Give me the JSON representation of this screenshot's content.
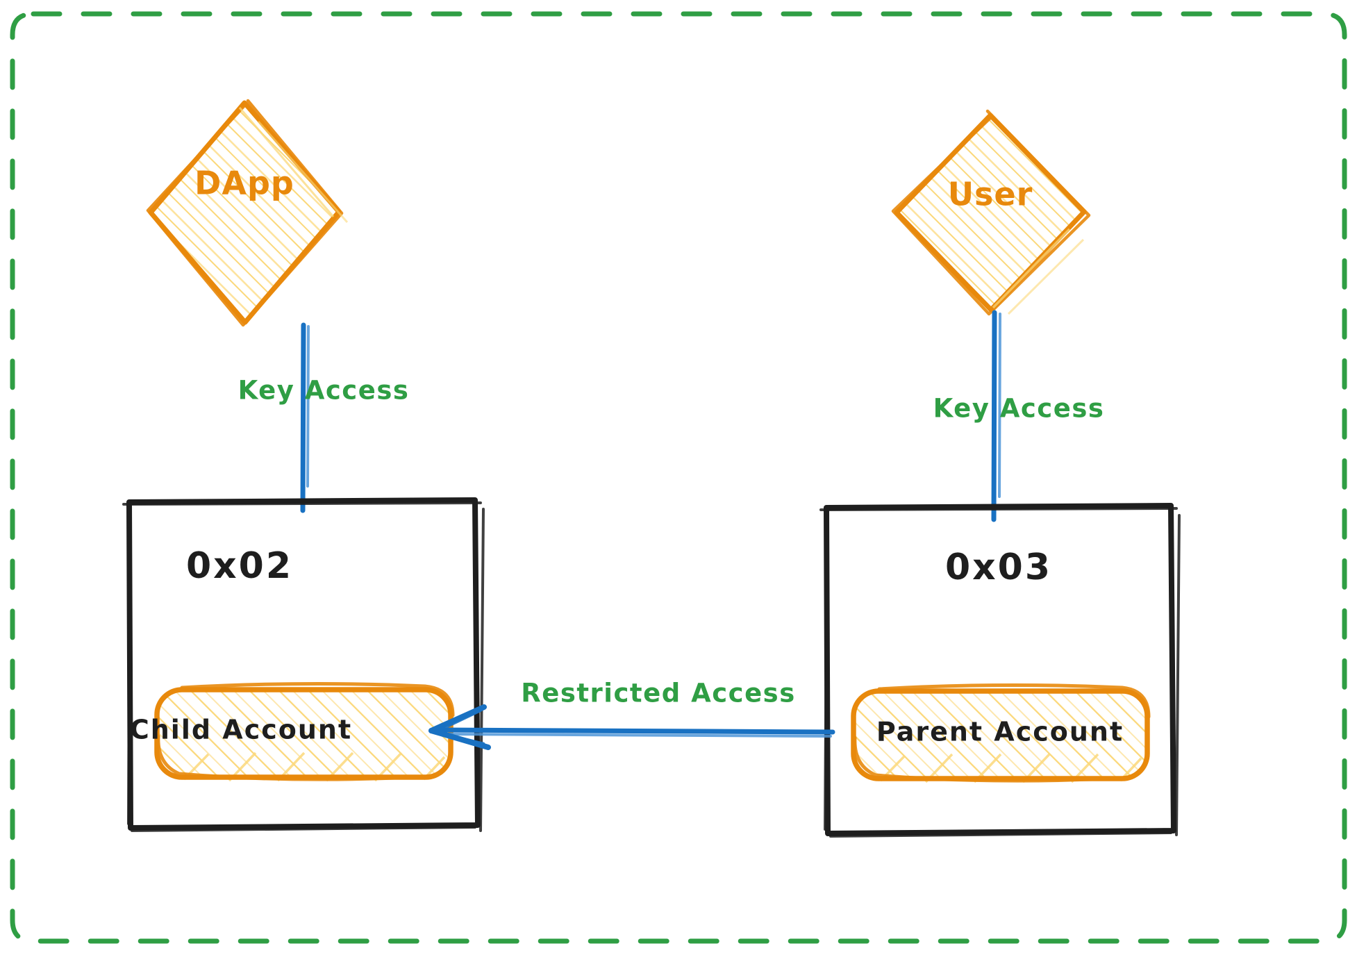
{
  "diagram": {
    "title": "Child Account Access Diagram",
    "frame": {
      "name": "dashed-frame",
      "stroke": "#2f9e44",
      "style": "dashed",
      "radius": 30
    },
    "palette": {
      "orange_stroke": "#e8890c",
      "orange_fill_hatch": "#fbd87a",
      "black_stroke": "#1e1e1e",
      "blue_edge": "#1971c2",
      "green_label": "#2f9e44",
      "background": "#ffffff"
    },
    "nodes": [
      {
        "id": "dapp",
        "shape": "diamond",
        "label": "DApp",
        "fill": "hachure-yellow",
        "stroke": "#e8890c"
      },
      {
        "id": "user",
        "shape": "diamond",
        "label": "User",
        "fill": "hachure-yellow",
        "stroke": "#e8890c"
      },
      {
        "id": "acct02",
        "shape": "rectangle",
        "label": "0x02",
        "stroke": "#1e1e1e",
        "fill": "transparent"
      },
      {
        "id": "acct03",
        "shape": "rectangle",
        "label": "0x03",
        "stroke": "#1e1e1e",
        "fill": "transparent"
      },
      {
        "id": "child",
        "shape": "rounded-rectangle",
        "label": "Child Account",
        "fill": "hachure-yellow",
        "stroke": "#e8890c",
        "parent": "acct02"
      },
      {
        "id": "parent",
        "shape": "rounded-rectangle",
        "label": "Parent Account",
        "fill": "hachure-yellow",
        "stroke": "#e8890c",
        "parent": "acct03"
      }
    ],
    "edges": [
      {
        "id": "e1",
        "from": "dapp",
        "to": "acct02",
        "label": "Key Access",
        "color": "#1971c2",
        "arrow": "none"
      },
      {
        "id": "e2",
        "from": "user",
        "to": "acct03",
        "label": "Key Access",
        "color": "#1971c2",
        "arrow": "none"
      },
      {
        "id": "e3",
        "from": "parent",
        "to": "child",
        "label": "Restricted Access",
        "color": "#1971c2",
        "arrow": "end"
      }
    ]
  }
}
